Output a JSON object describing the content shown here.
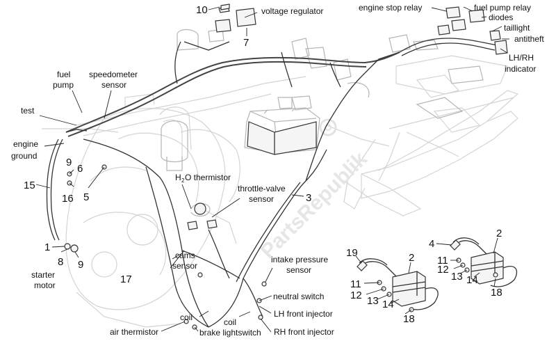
{
  "labels": {
    "voltage_regulator": "voltage regulator",
    "engine_stop_relay": "engine stop relay",
    "fuel_pump_relay": "fuel pump relay",
    "diodes": "diodes",
    "taillight": "taillight",
    "antitheft": "antitheft",
    "lhrh_indicator_1": "LH/RH",
    "lhrh_indicator_2": "indicator",
    "fuel_pump_1": "fuel",
    "fuel_pump_2": "pump",
    "speedometer_1": "speedometer",
    "speedometer_2": "sensor",
    "test": "test",
    "engine_ground_1": "engine",
    "engine_ground_2": "ground",
    "h2o_thermistor_1": "H",
    "h2o_thermistor_2": "2",
    "h2o_thermistor_3": "O thermistor",
    "throttle_1": "throttle-valve",
    "throttle_2": "sensor",
    "cams_1": "cams",
    "cams_2": "sensor",
    "intake_1": "intake pressure",
    "intake_2": "sensor",
    "neutral_switch": "neutral switch",
    "lh_front_injector": "LH front injector",
    "rh_front_injector": "RH front injector",
    "coil_a": "coil",
    "coil_b": "coil",
    "air_thermistor": "air thermistor",
    "brake_lightswitch": "brake lightswitch",
    "starter_1": "starter",
    "starter_2": "motor"
  },
  "numbers": {
    "n10": "10",
    "n7": "7",
    "n9a": "9",
    "n6": "6",
    "n15": "15",
    "n16": "16",
    "n5": "5",
    "n3": "3",
    "n1": "1",
    "n8": "8",
    "n9b": "9",
    "n17": "17",
    "n19": "19",
    "n2a": "2",
    "n11a": "11",
    "n12a": "12",
    "n13a": "13",
    "n14a": "14",
    "n18a": "18",
    "n4": "4",
    "n2b": "2",
    "n11b": "11",
    "n12b": "12",
    "n13b": "13",
    "n14b": "14",
    "n18b": "18"
  },
  "watermark": "PartsRepublik"
}
